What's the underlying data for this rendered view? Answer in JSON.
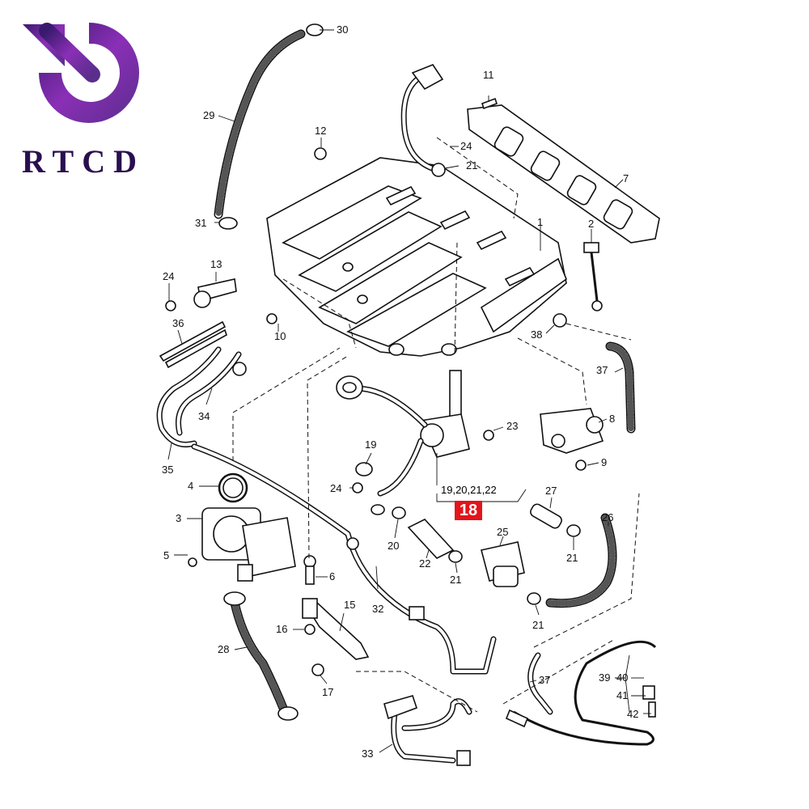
{
  "logo": {
    "text": "RTCD",
    "colors": {
      "gradient_start": "#3a1a6e",
      "gradient_mid": "#8a2fb6",
      "gradient_end": "#5a2e8c",
      "text": "#2a0f4f"
    },
    "icon": "circular-arrow-icon"
  },
  "diagram": {
    "highlight_color": "#e3141b",
    "highlighted_part": "18",
    "group_label": "19,20,21,22",
    "callouts": [
      {
        "id": "c1",
        "label": "1"
      },
      {
        "id": "c2",
        "label": "2"
      },
      {
        "id": "c3",
        "label": "3"
      },
      {
        "id": "c4",
        "label": "4"
      },
      {
        "id": "c5",
        "label": "5"
      },
      {
        "id": "c6",
        "label": "6"
      },
      {
        "id": "c7",
        "label": "7"
      },
      {
        "id": "c8",
        "label": "8"
      },
      {
        "id": "c9",
        "label": "9"
      },
      {
        "id": "c10",
        "label": "10"
      },
      {
        "id": "c11",
        "label": "11"
      },
      {
        "id": "c12",
        "label": "12"
      },
      {
        "id": "c13",
        "label": "13"
      },
      {
        "id": "c15",
        "label": "15"
      },
      {
        "id": "c16",
        "label": "16"
      },
      {
        "id": "c17",
        "label": "17"
      },
      {
        "id": "c19",
        "label": "19"
      },
      {
        "id": "c20",
        "label": "20"
      },
      {
        "id": "c21a",
        "label": "21"
      },
      {
        "id": "c21b",
        "label": "21"
      },
      {
        "id": "c21c",
        "label": "21"
      },
      {
        "id": "c21d",
        "label": "21"
      },
      {
        "id": "c22",
        "label": "22"
      },
      {
        "id": "c23",
        "label": "23"
      },
      {
        "id": "c24a",
        "label": "24"
      },
      {
        "id": "c24b",
        "label": "24"
      },
      {
        "id": "c24c",
        "label": "24"
      },
      {
        "id": "c25",
        "label": "25"
      },
      {
        "id": "c26",
        "label": "26"
      },
      {
        "id": "c27",
        "label": "27"
      },
      {
        "id": "c28",
        "label": "28"
      },
      {
        "id": "c29",
        "label": "29"
      },
      {
        "id": "c30",
        "label": "30"
      },
      {
        "id": "c31",
        "label": "31"
      },
      {
        "id": "c32",
        "label": "32"
      },
      {
        "id": "c33",
        "label": "33"
      },
      {
        "id": "c34",
        "label": "34"
      },
      {
        "id": "c35",
        "label": "35"
      },
      {
        "id": "c36",
        "label": "36"
      },
      {
        "id": "c37a",
        "label": "37"
      },
      {
        "id": "c37b",
        "label": "37"
      },
      {
        "id": "c38",
        "label": "38"
      },
      {
        "id": "c39",
        "label": "39"
      },
      {
        "id": "c40",
        "label": "40"
      },
      {
        "id": "c41",
        "label": "41"
      },
      {
        "id": "c42",
        "label": "42"
      }
    ]
  }
}
